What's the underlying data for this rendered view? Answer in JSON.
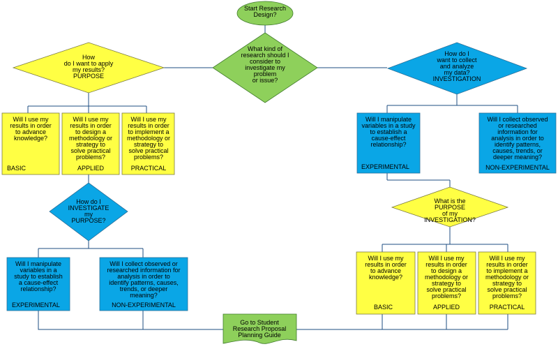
{
  "start": {
    "lines": [
      "Start Research",
      "Design?"
    ]
  },
  "center_decision": {
    "lines": [
      "What kind of",
      "research should I",
      "consider to",
      "investigate my",
      "problem",
      "or issue?"
    ]
  },
  "left_decision": {
    "lines": [
      "How",
      "do I want to apply",
      "my results?",
      "PURPOSE"
    ]
  },
  "right_decision": {
    "lines": [
      "How do I",
      "want to collect",
      "and analyze",
      "my data?",
      "INVESTIGATION"
    ]
  },
  "left_purpose": [
    {
      "lines": [
        "Will I use my",
        "results in order",
        "to advance",
        "knowledge?"
      ],
      "tag": "BASIC"
    },
    {
      "lines": [
        "Will I use my",
        "results in order",
        "to design a",
        "methodology or",
        "strategy to",
        "solve practical",
        "problems?"
      ],
      "tag": "APPLIED"
    },
    {
      "lines": [
        "Will I use my",
        "results in order",
        "to implement a",
        "methodology or",
        "strategy to",
        "solve practical",
        "problems?"
      ],
      "tag": "PRACTICAL"
    }
  ],
  "left_investigate": {
    "lines": [
      "How do I",
      "INVESTIGATE",
      "my",
      "PURPOSE?"
    ]
  },
  "left_methods": [
    {
      "lines": [
        "Will I manipulate",
        "variables in a",
        "study to establish",
        "a cause-effect",
        "relationship?"
      ],
      "tag": "EXPERIMENTAL"
    },
    {
      "lines": [
        "Will I collect observed or",
        "researched information for",
        "analysis in order to",
        "identify patterns, causes,",
        "trends, or deeper",
        "meaning?"
      ],
      "tag": "NON-EXPERIMENTAL"
    }
  ],
  "right_methods": [
    {
      "lines": [
        "Will I manipulate",
        "variables in a study",
        "to establish a",
        "cause-effect",
        "relationship?"
      ],
      "tag": "EXPERIMENTAL"
    },
    {
      "lines": [
        "Will I collect observed",
        "or researched",
        "information for",
        "analysis in order to",
        "identify patterns,",
        "causes, trends, or",
        "deeper meaning?"
      ],
      "tag": "NON-EXPERIMENTAL"
    }
  ],
  "right_purpose_decision": {
    "lines": [
      "What is the",
      "PURPOSE",
      "of my",
      "INVESTIGATION?"
    ]
  },
  "right_purpose": [
    {
      "lines": [
        "Will I use my",
        "results in order",
        "to advance",
        "knowledge?"
      ],
      "tag": "BASIC"
    },
    {
      "lines": [
        "Will I use my",
        "results in order",
        "to design a",
        "methodology or",
        "strategy to",
        "solve practical",
        "problems?"
      ],
      "tag": "APPLIED"
    },
    {
      "lines": [
        "Will I use my",
        "results in order",
        "to implement a",
        "methodology or",
        "strategy to",
        "solve practical",
        "problems?"
      ],
      "tag": "PRACTICAL"
    }
  ],
  "end": {
    "lines": [
      "Go to Student",
      "Research Proposal",
      "Planning Guide"
    ]
  },
  "colors": {
    "yellow": "#ffff44",
    "blue": "#0aa6e6",
    "green": "#8ed05b",
    "line": "#1c4e80"
  }
}
